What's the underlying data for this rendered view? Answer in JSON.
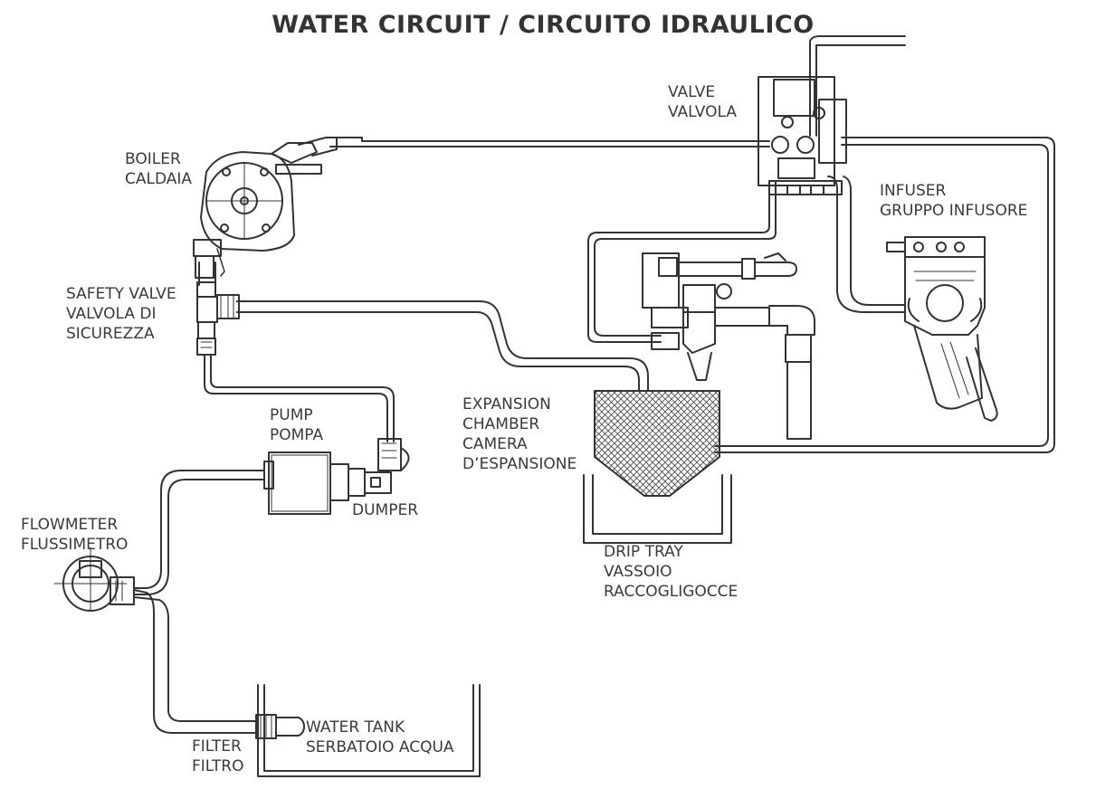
{
  "title": "WATER CIRCUIT / CIRCUITO IDRAULICO",
  "labels": {
    "valve": [
      "VALVE",
      "VALVOLA"
    ],
    "boiler": [
      "BOILER",
      "CALDAIA"
    ],
    "infuser": [
      "INFUSER",
      "GRUPPO INFUSORE"
    ],
    "safety_valve": [
      "SAFETY VALVE",
      "VALVOLA DI",
      "SICUREZZA"
    ],
    "pump": [
      "PUMP",
      "POMPA"
    ],
    "expansion_chamber": [
      "EXPANSION",
      "CHAMBER",
      "CAMERA",
      "D’ESPANSIONE"
    ],
    "dumper": [
      "DUMPER"
    ],
    "flowmeter": [
      "FLOWMETER",
      "FLUSSIMETRO"
    ],
    "drip_tray": [
      "DRIP TRAY",
      "VASSOIO",
      "RACCOGLIGOCCE"
    ],
    "water_tank": [
      "WATER TANK",
      "SERBATOIO ACQUA"
    ],
    "filter": [
      "FILTER",
      "FILTRO"
    ]
  },
  "colors": {
    "line": "#333333",
    "text": "#3a3a3a"
  }
}
